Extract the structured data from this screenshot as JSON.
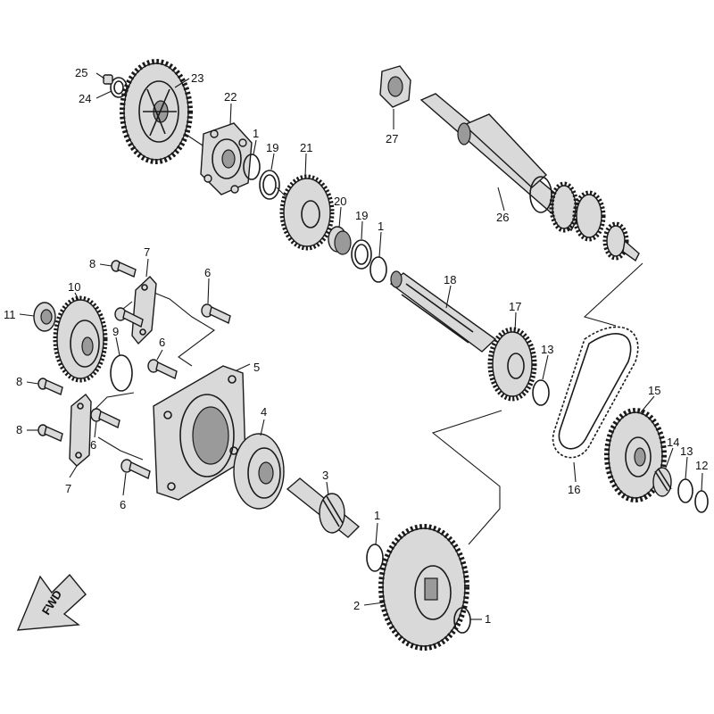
{
  "callouts": {
    "c1a": "1",
    "c1b": "1",
    "c1c": "1",
    "c1d": "1",
    "c2": "2",
    "c3": "3",
    "c4": "4",
    "c5": "5",
    "c6a": "6",
    "c6b": "6",
    "c6c": "6",
    "c6d": "6",
    "c7a": "7",
    "c7b": "7",
    "c8a": "8",
    "c8b": "8",
    "c8c": "8",
    "c9": "9",
    "c10": "10",
    "c11": "11",
    "c12": "12",
    "c13a": "13",
    "c13b": "13",
    "c14": "14",
    "c15": "15",
    "c16": "16",
    "c17": "17",
    "c18": "18",
    "c19a": "19",
    "c19b": "19",
    "c20": "20",
    "c21": "21",
    "c22": "22",
    "c23": "23",
    "c24": "24",
    "c25": "25",
    "c26": "26",
    "c27": "27"
  },
  "fwd_arrow": {
    "label": "FWD"
  }
}
